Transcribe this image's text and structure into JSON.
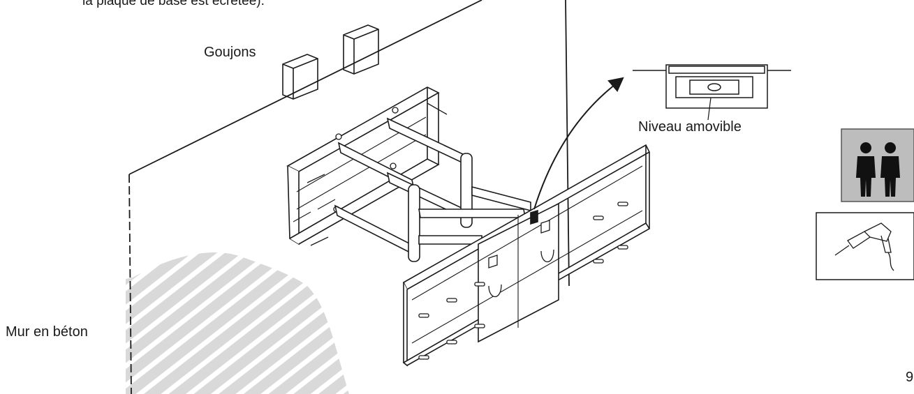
{
  "labels": {
    "caption_fragment": "la plaque de base est écrêtée).",
    "studs": "Goujons",
    "level": "Niveau amovible",
    "wall": "Mur en béton",
    "page_number": "9"
  },
  "icons": {
    "people": "two-people-icon",
    "drill": "power-drill-icon"
  },
  "colors": {
    "line": "#1a1a1a",
    "hatch": "#d9d9d9",
    "icon_bg": "#bdbdbd",
    "icon_figure": "#111111"
  }
}
